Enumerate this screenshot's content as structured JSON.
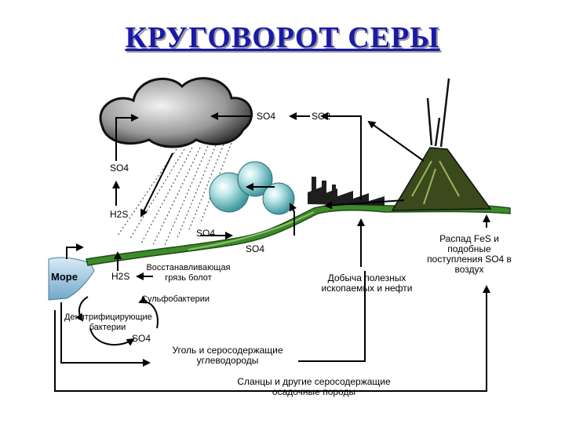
{
  "title": "КРУГОВОРОТ СЕРЫ",
  "labels": {
    "so4_cloud": "SO4",
    "so2": "SO2",
    "so4_left": "SO4",
    "h2s_upper": "H2S",
    "so4_rain": "SO4",
    "so4_ground": "SO4",
    "sea": "Море",
    "h2s_lower": "H2S",
    "mud": "Восстанавливающая грязь болот",
    "sulfobacteria": "Сульфобактерии",
    "denitrifying": "Денитрифицирующие бактерии",
    "so4_bottom": "SO4",
    "mining": "Добыча полезных ископаемых и нефти",
    "fes_decay": "Распад FeS и подобные поступления SO4 в воздух",
    "coal": "Уголь и серосодержащие углеводороды",
    "shale": "Сланцы и другие серосодержащие осадочные породы"
  },
  "colors": {
    "title": "#1a1aa8",
    "ground": "#3d8a2a",
    "sea": "#6fa7c9",
    "volcano": "#3b4a1d",
    "cloud": "#2b2b2b",
    "factory": "#1e1e1e",
    "bubble": "#7ec7c9"
  },
  "icons": [
    "cloud-icon",
    "rain-icon",
    "factory-icon",
    "volcano-icon",
    "bubbles-icon",
    "arrow-icon"
  ]
}
